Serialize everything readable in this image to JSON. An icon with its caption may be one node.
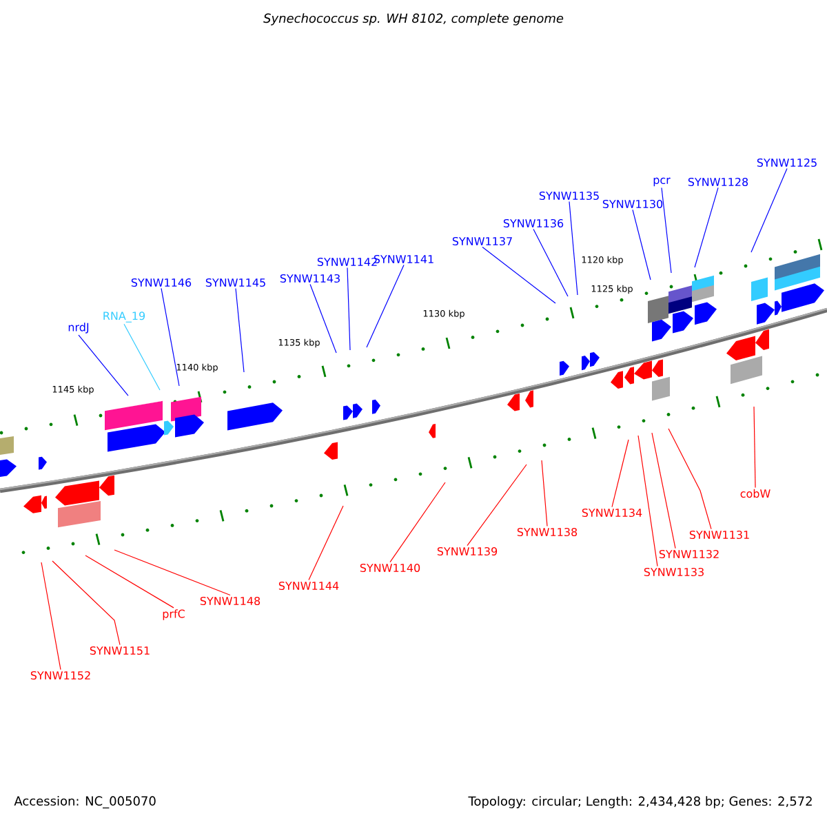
{
  "diagram": {
    "title": "Synechococcus sp. WH 8102, complete genome",
    "nodes": [
      {
        "text": [
          "nrdJ"
        ]
      },
      {
        "text": [
          "RNA_19"
        ]
      },
      {
        "text": [
          "SYNW1146"
        ]
      },
      {
        "text": [
          "SYNW1145"
        ]
      },
      {
        "text": [
          "SYNW1143"
        ]
      },
      {
        "text": [
          "SYNW1142"
        ]
      },
      {
        "text": [
          "SYNW1141"
        ]
      },
      {
        "text": [
          "SYNW1137"
        ]
      },
      {
        "text": [
          "SYNW1136"
        ]
      },
      {
        "text": [
          "SYNW1135"
        ]
      },
      {
        "text": [
          "SYNW1130"
        ]
      },
      {
        "text": [
          "pcr"
        ]
      },
      {
        "text": [
          "SYNW1128"
        ]
      },
      {
        "text": [
          "SYNW1125"
        ]
      },
      {
        "text": [
          "SYNW1152"
        ]
      },
      {
        "text": [
          "SYNW1151"
        ]
      },
      {
        "text": [
          "prfC"
        ]
      },
      {
        "text": [
          "SYNW1148"
        ]
      },
      {
        "text": [
          "SYNW1144"
        ]
      },
      {
        "text": [
          "SYNW1140"
        ]
      },
      {
        "text": [
          "SYNW1139"
        ]
      },
      {
        "text": [
          "SYNW1138"
        ]
      },
      {
        "text": [
          "SYNW1134"
        ]
      },
      {
        "text": [
          "SYNW1133"
        ]
      },
      {
        "text": [
          "SYNW1132"
        ]
      },
      {
        "text": [
          "SYNW1131"
        ]
      },
      {
        "text": [
          "cobW"
        ]
      }
    ],
    "edges": [
      {
        "from": 0,
        "to": null,
        "arrow": "none",
        "color": "#0000ff"
      },
      {
        "from": 1,
        "to": null,
        "arrow": "none",
        "color": "#33ccff"
      },
      {
        "from": 2,
        "to": null,
        "arrow": "none",
        "color": "#0000ff"
      },
      {
        "from": 3,
        "to": null,
        "arrow": "none",
        "color": "#0000ff"
      },
      {
        "from": 4,
        "to": null,
        "arrow": "none",
        "color": "#0000ff"
      },
      {
        "from": 5,
        "to": null,
        "arrow": "none",
        "color": "#0000ff"
      },
      {
        "from": 6,
        "to": null,
        "arrow": "none",
        "color": "#0000ff"
      },
      {
        "from": 7,
        "to": null,
        "arrow": "none",
        "color": "#0000ff"
      },
      {
        "from": 8,
        "to": null,
        "arrow": "none",
        "color": "#0000ff"
      },
      {
        "from": 9,
        "to": null,
        "arrow": "none",
        "color": "#0000ff"
      },
      {
        "from": 10,
        "to": null,
        "arrow": "none",
        "color": "#0000ff"
      },
      {
        "from": 11,
        "to": null,
        "arrow": "none",
        "color": "#0000ff"
      },
      {
        "from": 12,
        "to": null,
        "arrow": "none",
        "color": "#0000ff"
      },
      {
        "from": 13,
        "to": null,
        "arrow": "none",
        "color": "#0000ff"
      },
      {
        "from": 14,
        "to": null,
        "arrow": "none",
        "color": "#ff0000"
      },
      {
        "from": 15,
        "to": null,
        "arrow": "none",
        "color": "#ff0000"
      },
      {
        "from": 16,
        "to": null,
        "arrow": "none",
        "color": "#ff0000"
      },
      {
        "from": 17,
        "to": null,
        "arrow": "none",
        "color": "#ff0000"
      },
      {
        "from": 18,
        "to": null,
        "arrow": "none",
        "color": "#ff0000"
      },
      {
        "from": 19,
        "to": null,
        "arrow": "none",
        "color": "#ff0000"
      },
      {
        "from": 20,
        "to": null,
        "arrow": "none",
        "color": "#ff0000"
      },
      {
        "from": 21,
        "to": null,
        "arrow": "none",
        "color": "#ff0000"
      },
      {
        "from": 22,
        "to": null,
        "arrow": "none",
        "color": "#ff0000"
      },
      {
        "from": 23,
        "to": null,
        "arrow": "none",
        "color": "#ff0000"
      },
      {
        "from": 24,
        "to": null,
        "arrow": "none",
        "color": "#ff0000"
      },
      {
        "from": 25,
        "to": null,
        "arrow": "none",
        "color": "#ff0000"
      },
      {
        "from": 26,
        "to": null,
        "arrow": "none",
        "color": "#ff0000"
      }
    ],
    "labels": [
      "1145 kbp",
      "1140 kbp",
      "1135 kbp",
      "1130 kbp",
      "1125 kbp",
      "1120 kbp",
      "Accession: NC_005070",
      "Topology: circular; Length: 2,434,428 bp; Genes: 2,572"
    ]
  }
}
